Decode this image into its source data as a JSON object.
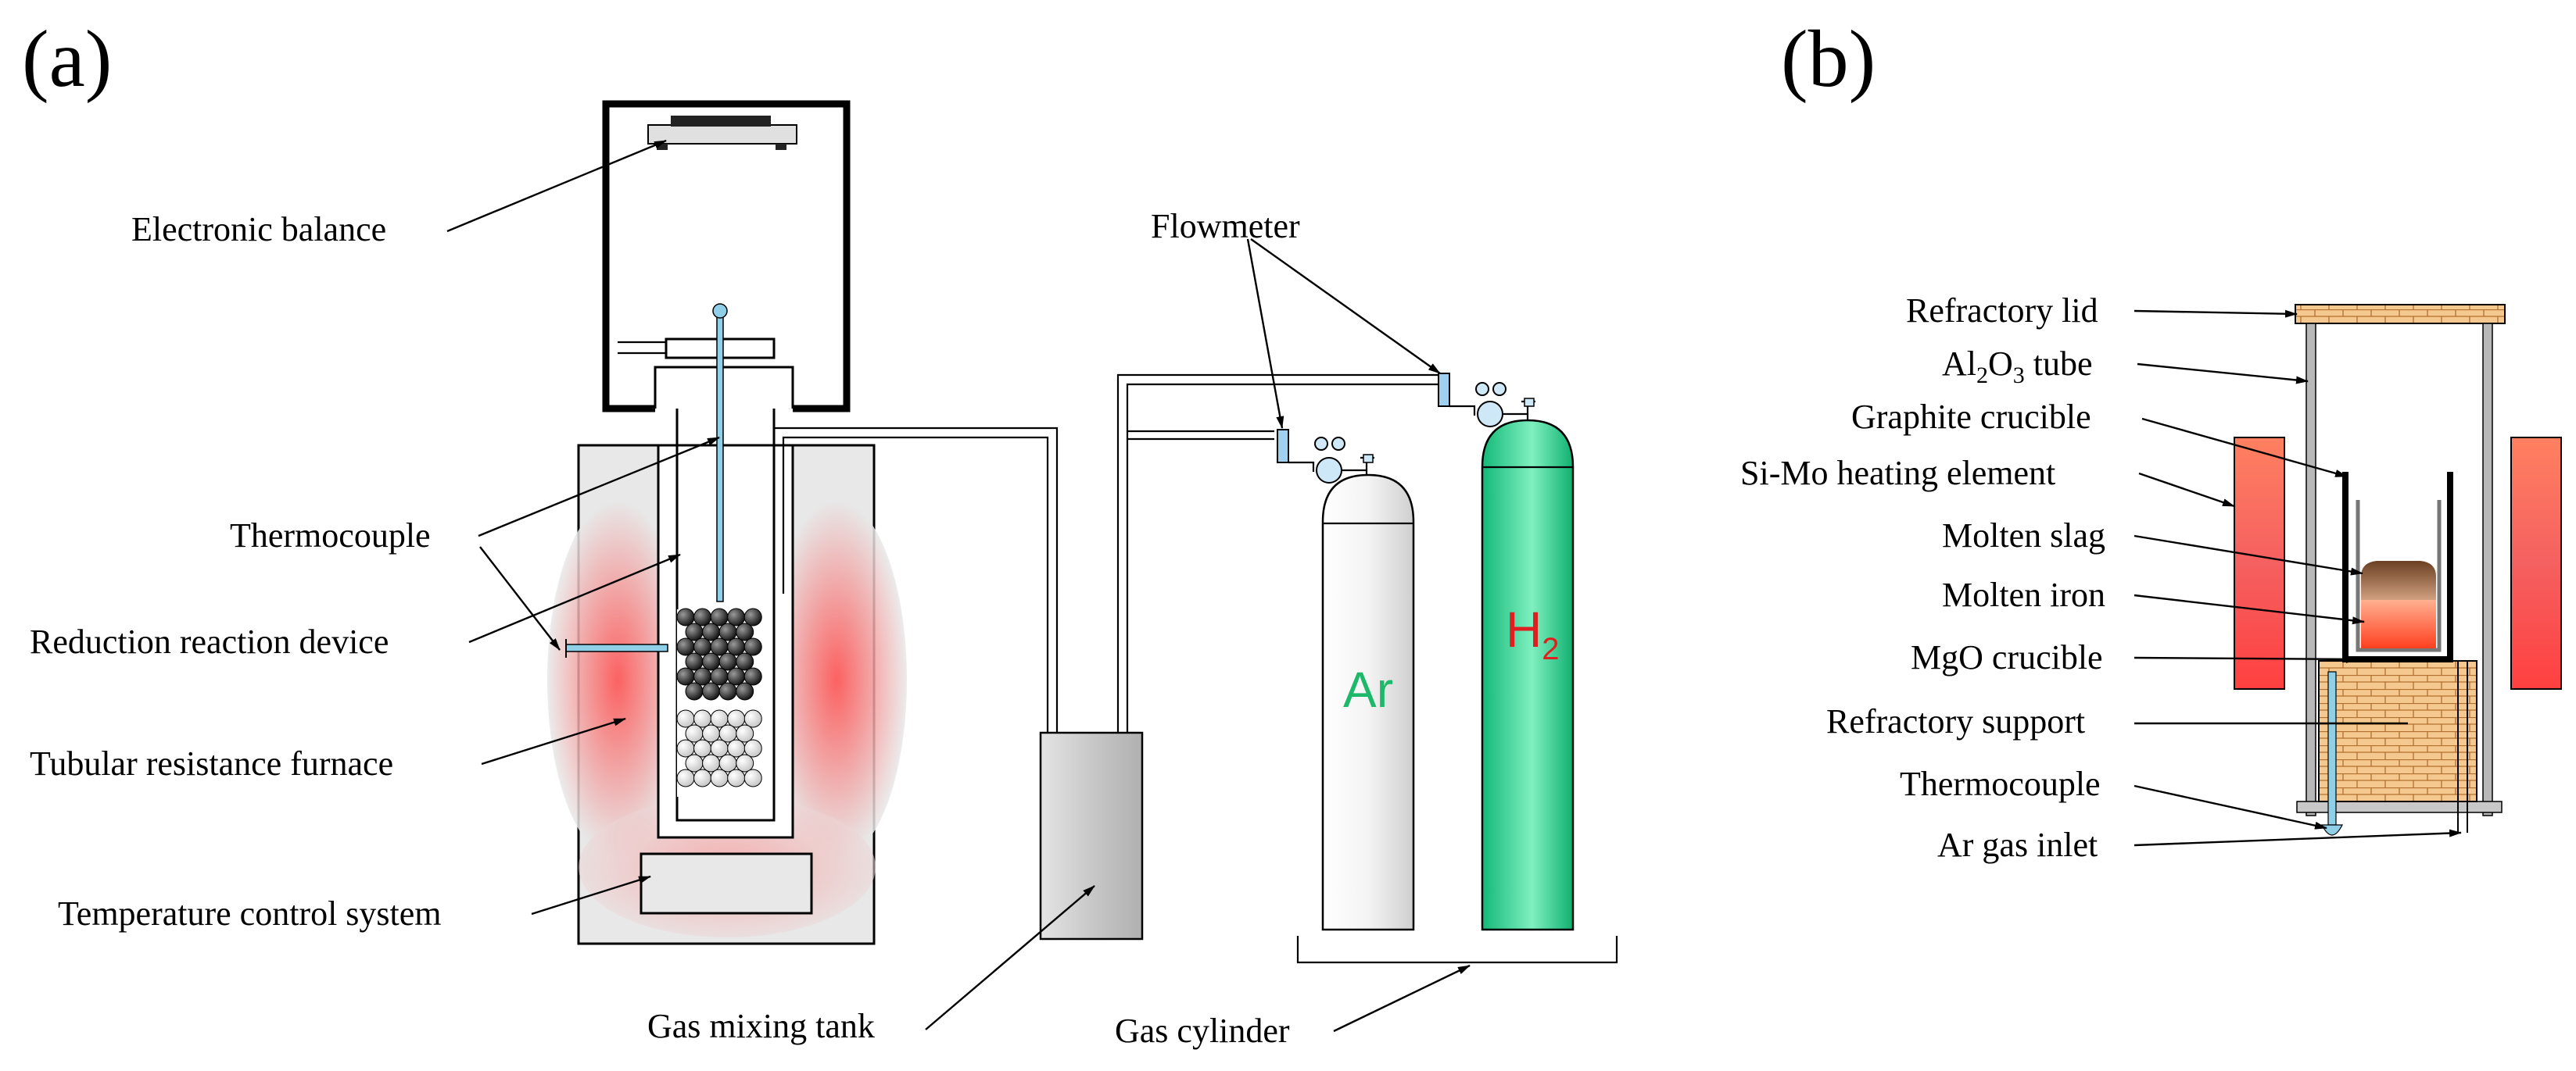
{
  "panels": {
    "a": "(a)",
    "b": "(b)"
  },
  "panel_a": {
    "labels": {
      "electronic_balance": "Electronic balance",
      "thermocouple": "Thermocouple",
      "reduction_reaction_device": "Reduction reaction device",
      "tubular_resistance_furnace": "Tubular resistance furnace",
      "temperature_control_system": "Temperature control system",
      "flowmeter": "Flowmeter",
      "gas_mixing_tank": "Gas mixing tank",
      "gas_cylinder": "Gas cylinder"
    },
    "cylinders": {
      "argon": "Ar",
      "hydrogen_main": "H",
      "hydrogen_sub": "2"
    },
    "colors": {
      "argon_text": "#1db86a",
      "hydrogen_text": "#e02020",
      "furnace_glow": "#ff5a5a",
      "h2_cylinder": "#22c884"
    }
  },
  "panel_b": {
    "labels": {
      "refractory_lid": "Refractory lid",
      "al2o3_main": "Al",
      "al2o3_sub1": "2",
      "al2o3_mid": "O",
      "al2o3_sub2": "3",
      "al2o3_end": " tube",
      "graphite_crucible": "Graphite crucible",
      "si_mo_heating_element": "Si-Mo heating element",
      "molten_slag": "Molten slag",
      "molten_iron": "Molten iron",
      "mgo_crucible": "MgO crucible",
      "refractory_support": "Refractory support",
      "thermocouple": "Thermocouple",
      "ar_gas_inlet": "Ar gas inlet"
    },
    "colors": {
      "heating_element": "#f05050",
      "brick": "#f0c890",
      "slag": "#8a5a3a",
      "iron": "#ff6040"
    }
  }
}
